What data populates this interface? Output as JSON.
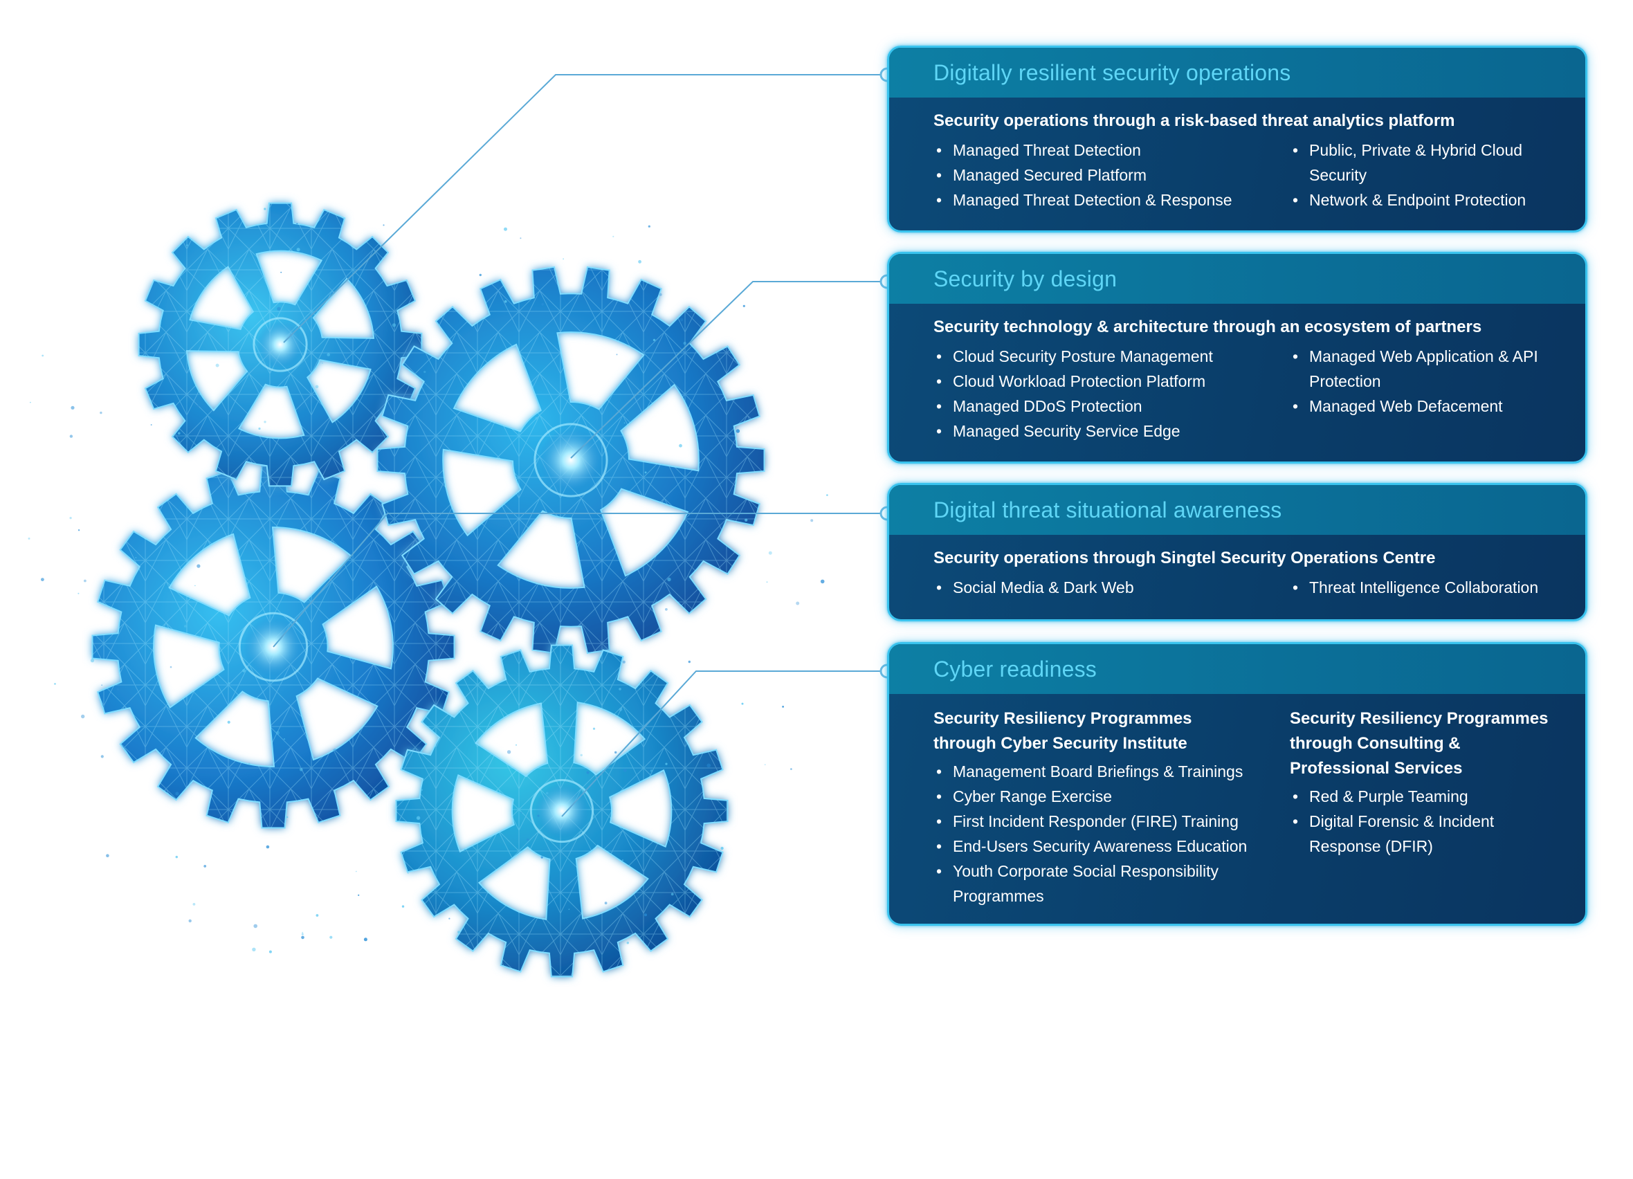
{
  "colors": {
    "panel_border": "#39c3ee",
    "panel_header": "#0d7fa4",
    "panel_body": "#0c4a78",
    "title_text": "#5fd6f6",
    "gear_cyan": "#2cb6ea",
    "gear_blue": "#1a6fc0"
  },
  "panels": [
    {
      "title": "Digitally resilient security operations",
      "subtitle": "Security operations through a risk-based threat analytics platform",
      "left_items": [
        "Managed Threat Detection",
        "Managed Secured Platform",
        "Managed Threat Detection & Response"
      ],
      "right_items": [
        "Public, Private & Hybrid Cloud Security",
        "Network & Endpoint Protection"
      ]
    },
    {
      "title": "Security by design",
      "subtitle": "Security technology & architecture through an ecosystem of partners",
      "left_items": [
        "Cloud Security Posture Management",
        "Cloud Workload Protection Platform",
        "Managed DDoS Protection",
        "Managed Security Service Edge"
      ],
      "right_items": [
        "Managed Web Application & API Protection",
        "Managed Web Defacement"
      ]
    },
    {
      "title": "Digital threat situational awareness",
      "subtitle": "Security operations through Singtel Security Operations Centre",
      "left_items": [
        "Social Media & Dark Web"
      ],
      "right_items": [
        "Threat Intelligence Collaboration"
      ]
    },
    {
      "title": "Cyber readiness",
      "left_subtitle": "Security Resiliency Programmes through Cyber Security Institute",
      "left_items": [
        "Management Board Briefings & Trainings",
        "Cyber Range Exercise",
        "First Incident Responder (FIRE) Training",
        "End-Users Security Awareness Education",
        "Youth Corporate Social Responsibility Programmes"
      ],
      "right_subtitle": "Security Resiliency Programmes through Consulting & Professional Services",
      "right_items": [
        "Red & Purple Teaming",
        "Digital Forensic & Incident Response (DFIR)"
      ]
    }
  ]
}
